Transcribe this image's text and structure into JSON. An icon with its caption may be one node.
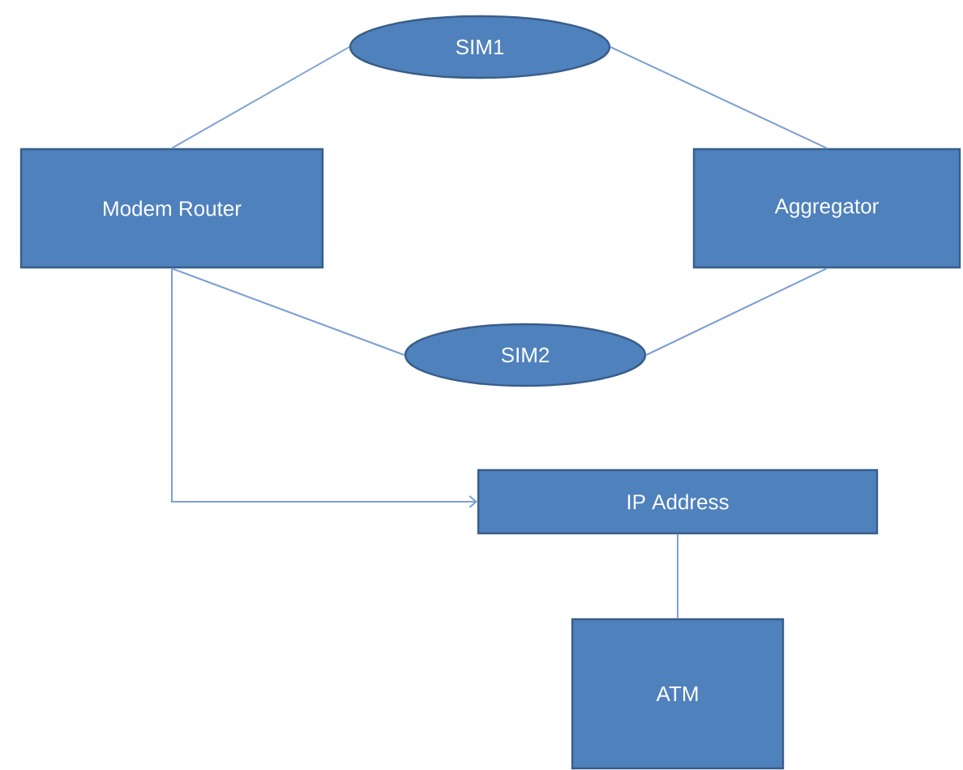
{
  "diagram": {
    "nodes": [
      {
        "text": [
          "SIM1"
        ]
      },
      {
        "text": [
          "Modem Router"
        ]
      },
      {
        "text": [
          "Aggregator"
        ]
      },
      {
        "text": [
          "SIM2"
        ]
      },
      {
        "text": [
          "IP Address"
        ]
      },
      {
        "text": [
          "ATM"
        ]
      }
    ],
    "edges": [
      {
        "from": 1,
        "to": 0,
        "arrow": "none"
      },
      {
        "from": 0,
        "to": 2,
        "arrow": "none"
      },
      {
        "from": 1,
        "to": 3,
        "arrow": "none"
      },
      {
        "from": 3,
        "to": 2,
        "arrow": "none"
      },
      {
        "from": 1,
        "to": 4,
        "arrow": "to"
      },
      {
        "from": 4,
        "to": 5,
        "arrow": "none"
      }
    ]
  }
}
